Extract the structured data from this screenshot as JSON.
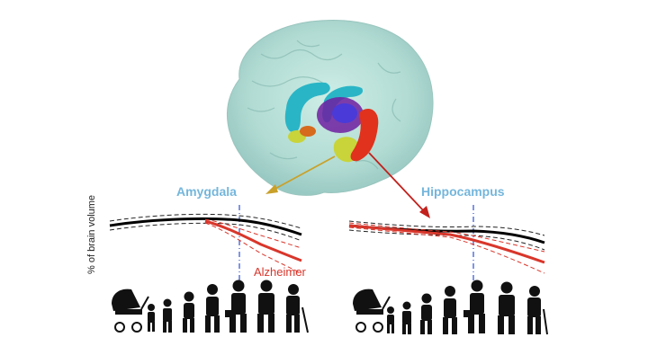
{
  "labels": {
    "amygdala": "Amygdala",
    "hippocampus": "Hippocampus",
    "alzheimer": "Alzheimer",
    "y_axis": "% of brain volume"
  },
  "colors": {
    "label_blue": "#74b6dc",
    "alzheimer_red": "#d9362b",
    "amygdala_arrow": "#c9a12a",
    "hippocampus_arrow": "#c2211c",
    "cutoff_line": "#3050d0",
    "healthy_curve": "#000000",
    "brain_tint": "#a9d8cf",
    "amygdala_structure": "#c8d439",
    "hippocampus_structure": "#e0321c",
    "ventricle_structure": "#2ab5c6",
    "thalamus_structure": "#6e1fa0"
  },
  "icons": {
    "silhouette_row": "human-life-stages-silhouettes",
    "brain": "brain-3d-render"
  }
}
